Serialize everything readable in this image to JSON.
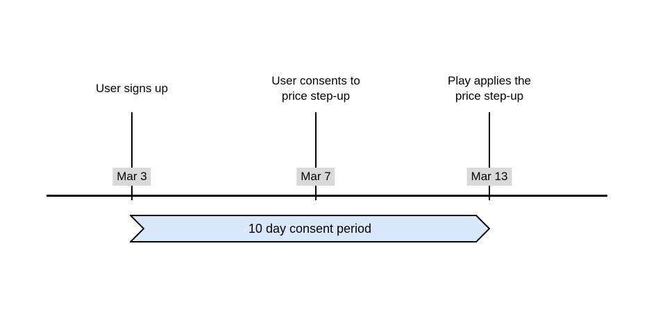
{
  "colors": {
    "background": "#ffffff",
    "text": "#000000",
    "line": "#000000",
    "date_badge_bg": "#d9d9d9",
    "banner_fill": "#dae8fc",
    "banner_border": "#000000"
  },
  "timeline": {
    "events": [
      {
        "label": "User signs up",
        "label_line1": "User signs up",
        "label_line2": "",
        "date": "Mar 3"
      },
      {
        "label": "User consents to price step-up",
        "label_line1": "User consents to",
        "label_line2": "price step-up",
        "date": "Mar 7"
      },
      {
        "label": "Play applies the price step-up",
        "label_line1": "Play applies the",
        "label_line2": "price step-up",
        "date": "Mar 13"
      }
    ],
    "consent_period": {
      "label": "10 day consent period"
    }
  }
}
